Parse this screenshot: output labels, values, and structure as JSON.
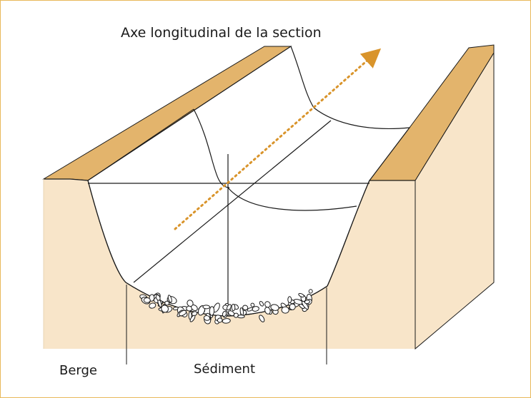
{
  "labels": {
    "axis": "Axe longitudinal de la section",
    "bank": "Berge",
    "sediment": "Sédiment"
  },
  "colors": {
    "border": "#e8b95a",
    "soil": "#f8e5c9",
    "bank_top": "#e3b46c",
    "channel": "#ffffff",
    "axis_arrow": "#d9942b",
    "line": "#1a1a1a"
  }
}
